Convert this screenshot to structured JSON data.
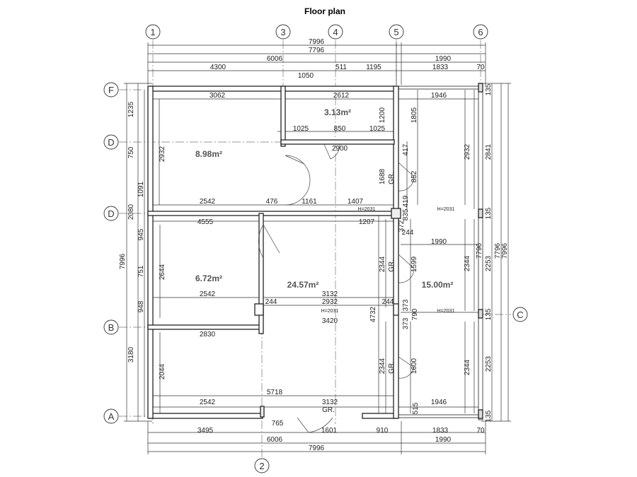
{
  "title": "Floor plan",
  "axes": {
    "vertical": [
      "1",
      "2",
      "3",
      "4",
      "5",
      "6"
    ],
    "horizontal": [
      "F",
      "D",
      "D",
      "B",
      "A",
      "C"
    ]
  },
  "rooms": [
    {
      "name": "room-kitchen",
      "area": "8.98m²"
    },
    {
      "name": "room-storage",
      "area": "3.13m²"
    },
    {
      "name": "room-bathroom",
      "area": "6.72m²"
    },
    {
      "name": "room-living",
      "area": "24.57m²"
    },
    {
      "name": "room-terrace",
      "area": "15.00m²"
    }
  ],
  "dims": {
    "top1": "7996",
    "top2a": "6006",
    "top2b": "1990",
    "top3": "7796",
    "top4a": "4300",
    "top4b": "1050",
    "top4c": "511",
    "top4d": "1195",
    "top4e": "1833",
    "top4f": "70",
    "bot1a": "3495",
    "bot1b": "765",
    "bot1c": "1601",
    "bot1d": "910",
    "bot1e": "1833",
    "bot1f": "70",
    "bot2a": "6006",
    "bot2b": "1990",
    "bot3": "7996",
    "left1": "1235",
    "left2": "750",
    "left3": "1091",
    "left4": "2080",
    "left5": "945",
    "left6": "751",
    "left7": "948",
    "left8": "3180",
    "left9": "7996",
    "right1": "135",
    "right2": "2932",
    "right3": "2841",
    "right4": "135",
    "right5": "2344",
    "right6": "2253",
    "right7": "7796",
    "right8": "7796",
    "right9": "7996",
    "right10": "135",
    "right11": "2344",
    "right12": "2253",
    "right13": "135",
    "i3062": "3062",
    "i2612": "2612",
    "i1946a": "1946",
    "i1200": "1200",
    "i1805": "1805",
    "i1025a": "1025",
    "i850": "850",
    "i1025b": "1025",
    "i2900": "2900",
    "i417": "417",
    "i2932": "2932",
    "i1688": "1688",
    "i852": "852",
    "i2542a": "2542",
    "i476": "476",
    "i1161": "1161",
    "i1407": "1407",
    "i419": "419",
    "i835": "835",
    "i4555": "4555",
    "i1207": "1207",
    "i372": "372",
    "i244a": "244",
    "i1990": "1990",
    "i2644": "2644",
    "i2344a": "2344",
    "i1599": "1599",
    "i2542b": "2542",
    "i3132a": "3132",
    "i2932b": "2932",
    "i244b": "244",
    "i244c": "244",
    "i373a": "373",
    "i4732": "4732",
    "i790": "790",
    "i3420": "3420",
    "i373b": "373",
    "i2830": "2830",
    "i2044": "2044",
    "i2344b": "2344",
    "i1600": "1600",
    "i5718": "5718",
    "i2542c": "2542",
    "i3132b": "3132",
    "i1946b": "1946",
    "i515": "515"
  },
  "labels": {
    "gr1": "GR.",
    "gr2": "GR.",
    "gr3": "GR.",
    "gr4": "GR.",
    "h1": "H=2031",
    "h2": "H=2031",
    "h3": "H=2031",
    "h4": "H=2031"
  }
}
